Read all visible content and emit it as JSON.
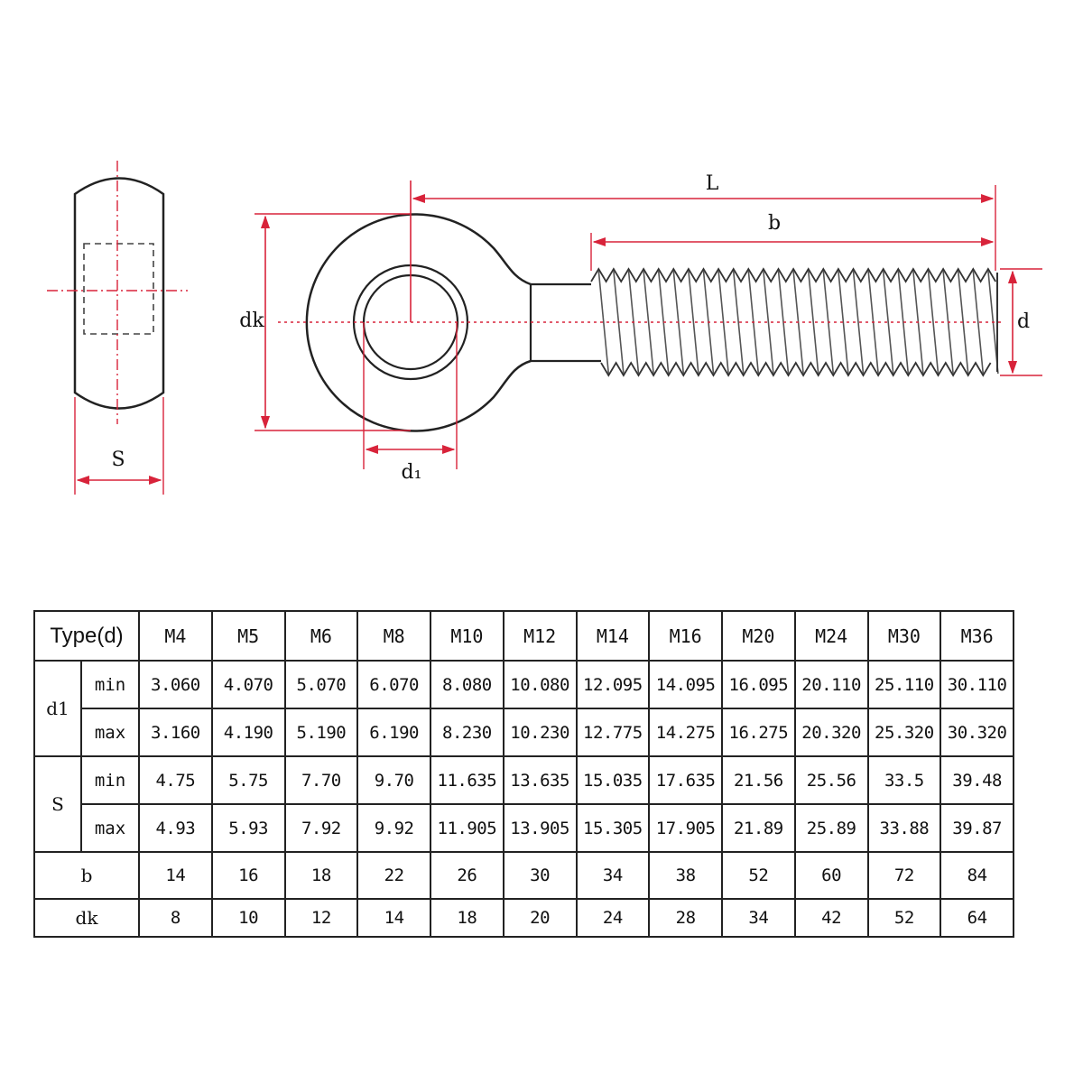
{
  "drawing": {
    "labels": {
      "L": "L",
      "b": "b",
      "dk": "dk",
      "d": "d",
      "d1": "d₁",
      "s": "S"
    },
    "colors": {
      "dimension": "#d8233a",
      "outline": "#222222",
      "thread": "#555555"
    }
  },
  "table": {
    "type_header": "Type(d)",
    "sizes": [
      "M4",
      "M5",
      "M6",
      "M8",
      "M10",
      "M12",
      "M14",
      "M16",
      "M20",
      "M24",
      "M30",
      "M36"
    ],
    "d1": {
      "label": "d1",
      "min_label": "min",
      "max_label": "max",
      "min": [
        "3.060",
        "4.070",
        "5.070",
        "6.070",
        "8.080",
        "10.080",
        "12.095",
        "14.095",
        "16.095",
        "20.110",
        "25.110",
        "30.110"
      ],
      "max": [
        "3.160",
        "4.190",
        "5.190",
        "6.190",
        "8.230",
        "10.230",
        "12.775",
        "14.275",
        "16.275",
        "20.320",
        "25.320",
        "30.320"
      ]
    },
    "s": {
      "label": "S",
      "min_label": "min",
      "max_label": "max",
      "min": [
        "4.75",
        "5.75",
        "7.70",
        "9.70",
        "11.635",
        "13.635",
        "15.035",
        "17.635",
        "21.56",
        "25.56",
        "33.5",
        "39.48"
      ],
      "max": [
        "4.93",
        "5.93",
        "7.92",
        "9.92",
        "11.905",
        "13.905",
        "15.305",
        "17.905",
        "21.89",
        "25.89",
        "33.88",
        "39.87"
      ]
    },
    "b": {
      "label": "b",
      "values": [
        "14",
        "16",
        "18",
        "22",
        "26",
        "30",
        "34",
        "38",
        "52",
        "60",
        "72",
        "84"
      ]
    },
    "dk": {
      "label": "dk",
      "values": [
        "8",
        "10",
        "12",
        "14",
        "18",
        "20",
        "24",
        "28",
        "34",
        "42",
        "52",
        "64"
      ]
    }
  }
}
